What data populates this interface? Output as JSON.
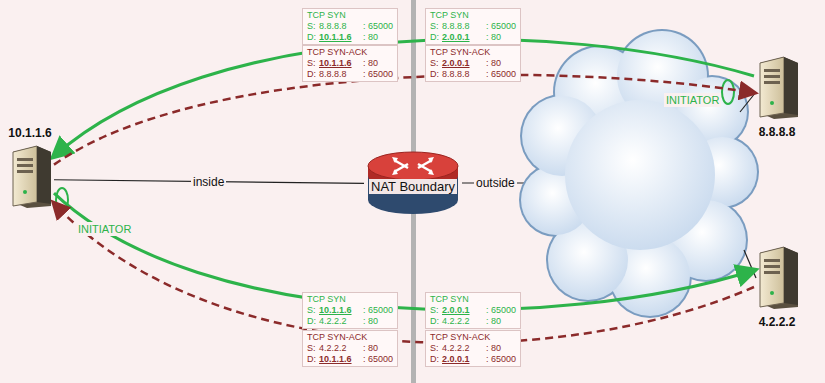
{
  "diagram": {
    "nodes": [
      {
        "text": [
          "10.1.1.6"
        ]
      },
      {
        "text": [
          "NAT Boundary"
        ]
      },
      {
        "text": [
          "8.8.8.8"
        ]
      },
      {
        "text": [
          "4.2.2.2"
        ]
      }
    ],
    "edges": [
      {
        "from": 0,
        "to": 1,
        "label": "inside",
        "arrow": "none"
      },
      {
        "from": 2,
        "to": 0,
        "arrow": "to"
      },
      {
        "from": 0,
        "to": 2,
        "arrow": "to"
      },
      {
        "from": 0,
        "to": 3,
        "arrow": "to"
      },
      {
        "from": 3,
        "to": 0,
        "arrow": "to"
      }
    ],
    "labels": [
      "outside",
      "INITIATOR",
      "INITIATOR",
      "TCP SYN",
      "S:",
      "8.8.8.8",
      ": 65000",
      "D:",
      "10.1.1.6",
      ": 80",
      "TCP SYN-ACK",
      "S:",
      "10.1.1.6",
      ": 80",
      "D:",
      "8.8.8.8",
      ": 65000",
      "TCP SYN",
      "S:",
      "8.8.8.8",
      ": 65000",
      "D:",
      "2.0.0.1",
      ": 80",
      "TCP SYN-ACK",
      "S:",
      "2.0.0.1",
      ": 80",
      "D:",
      "8.8.8.8",
      ": 65000",
      "TCP SYN",
      "S:",
      "10.1.1.6",
      ": 65000",
      "D:",
      "4.2.2.2",
      ": 80",
      "TCP SYN-ACK",
      "S:",
      "4.2.2.2",
      ": 80",
      "D:",
      "10.1.1.6",
      ": 65000",
      "TCP SYN",
      "S:",
      "2.0.0.1",
      ": 65000",
      "D:",
      "4.2.2.2",
      ": 80",
      "TCP SYN-ACK",
      "S:",
      "4.2.2.2",
      ": 80",
      "D:",
      "2.0.0.1",
      ": 65000"
    ]
  }
}
